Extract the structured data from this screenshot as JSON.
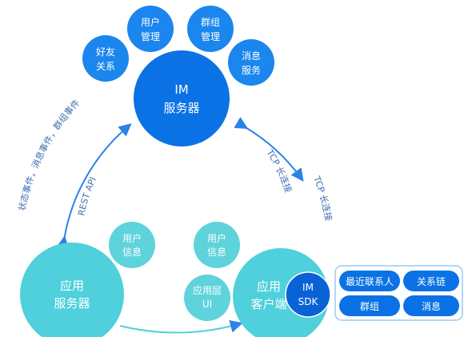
{
  "colors": {
    "server_blue": "#0b72e5",
    "satellite_blue": "#1a86ee",
    "app_teal": "#4fd0dc",
    "satellite_teal": "#5fd3dc",
    "sdk_navy": "#0a63d6",
    "arrow_blue": "#2b83e8",
    "label_blue": "#3d6fb0"
  },
  "im_server": {
    "line1": "IM",
    "line2": "服务器"
  },
  "im_services": [
    {
      "line1": "好友",
      "line2": "关系"
    },
    {
      "line1": "用户",
      "line2": "管理"
    },
    {
      "line1": "群组",
      "line2": "管理"
    },
    {
      "line1": "消息",
      "line2": "服务"
    }
  ],
  "app_server": {
    "line1": "应用",
    "line2": "服务器",
    "info": {
      "line1": "用户",
      "line2": "信息"
    }
  },
  "app_client": {
    "line1": "应用",
    "line2": "客户端",
    "user_info": {
      "line1": "用户",
      "line2": "信息"
    },
    "ui_layer": {
      "line1": "应用层",
      "line2": "UI"
    }
  },
  "im_sdk": {
    "line1": "IM",
    "line2": "SDK",
    "features": [
      "最近联系人",
      "关系链",
      "群组",
      "消息"
    ]
  },
  "connections": {
    "left_outer": "状态事件，消息事件，群组事件",
    "left_inner": "REST API",
    "right_inner": "TCP 长连接",
    "right_outer": "TCP 长连接"
  }
}
